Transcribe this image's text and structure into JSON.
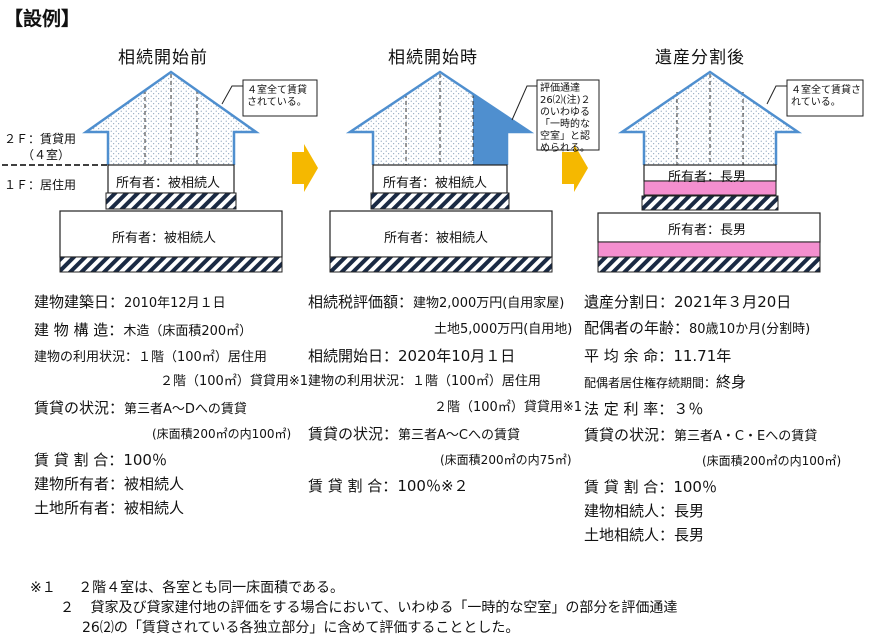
{
  "title": "【設例】",
  "stages": [
    {
      "title": "相続開始前",
      "callout": "４室全て賃貸されている。",
      "upper_owner": "所有者：被相続人",
      "lower_owner": "所有者：被相続人"
    },
    {
      "title": "相続開始時",
      "callout": "評価通達26⑵(注)２のいわゆる「一時的な空室」と認められる。",
      "upper_owner": "所有者：被相続人",
      "lower_owner": "所有者：被相続人"
    },
    {
      "title": "遺産分割後",
      "callout": "４室全て賃貸されている。",
      "upper_owner": "所有者：長男",
      "lower_owner": "所有者：長男"
    }
  ],
  "floor_labels": {
    "f2_line1": "２Ｆ：賃貸用",
    "f2_line2": "（４室）",
    "f1": "１Ｆ：居住用"
  },
  "col1": {
    "r1_label": "建物建築日：",
    "r1_value": "2010年12月１日",
    "r2_label": "建 物 構 造：",
    "r2_value": "木造（床面積200㎡）",
    "r3_label": "建物の利用状況：",
    "r3_value": "１階（100㎡）居住用",
    "r4_value": "２階（100㎡）貸貸用※1",
    "r5_label": "賃貸の状況：",
    "r5_value": "第三者A～Dへの賃貸",
    "r6_value": "(床面積200㎡の内100㎡)",
    "r7_label": "賃 貸 割 合：",
    "r7_value": "100％",
    "r8_label": "建物所有者：",
    "r8_value": "被相続人",
    "r9_label": "土地所有者：",
    "r9_value": "被相続人"
  },
  "col2": {
    "r1_label": "相続税評価額：",
    "r1_value": "建物2,000万円(自用家屋)",
    "r2_value": "土地5,000万円(自用地)",
    "r3_label": "相続開始日：",
    "r3_value": "2020年10月１日",
    "r4_label": "建物の利用状況：",
    "r4_value": "１階（100㎡）居住用",
    "r5_value": "２階（100㎡）貸貸用※1",
    "r6_label": "賃貸の状況：",
    "r6_value": "第三者A～Cへの賃貸",
    "r7_value": "(床面積200㎡の内75㎡)",
    "r8_label": "賃 貸 割 合：",
    "r8_value": "100％※２"
  },
  "col3": {
    "r1_label": "遺産分割日：",
    "r1_value": "2021年３月20日",
    "r2_label": "配偶者の年齢：",
    "r2_value": "80歳10か月(分割時)",
    "r3_label": "平 均 余 命：",
    "r3_value": "11.71年",
    "r4_label": "配偶者居住権存続期間：",
    "r4_value": "終身",
    "r5_label": "法 定 利 率：",
    "r5_value": "３％",
    "r6_label": "賃貸の状況：",
    "r6_value": "第三者A・C・Eへの賃貸",
    "r7_value": "(床面積200㎡の内100㎡)",
    "r8_label": "賃 貸 割 合：",
    "r8_value": "100％",
    "r9_label": "建物相続人：",
    "r9_value": "長男",
    "r10_label": "土地相続人：",
    "r10_value": "長男"
  },
  "notes": {
    "n1_mark": "※１",
    "n1_text": "２階４室は、各室とも同一床面積である。",
    "n2_mark": "２",
    "n2_line1": "貸家及び貸家建付地の評価をする場合において、いわゆる「一時的な空室」の部分を評価通達",
    "n2_line2": "26⑵の「賃貸されている各独立部分」に含めて評価することとした。"
  },
  "colors": {
    "roof_outline": "#4f8fcf",
    "vacant_room": "#4f8fcf",
    "arrow": "#f5b800",
    "pink_band": "#f48fcf"
  }
}
